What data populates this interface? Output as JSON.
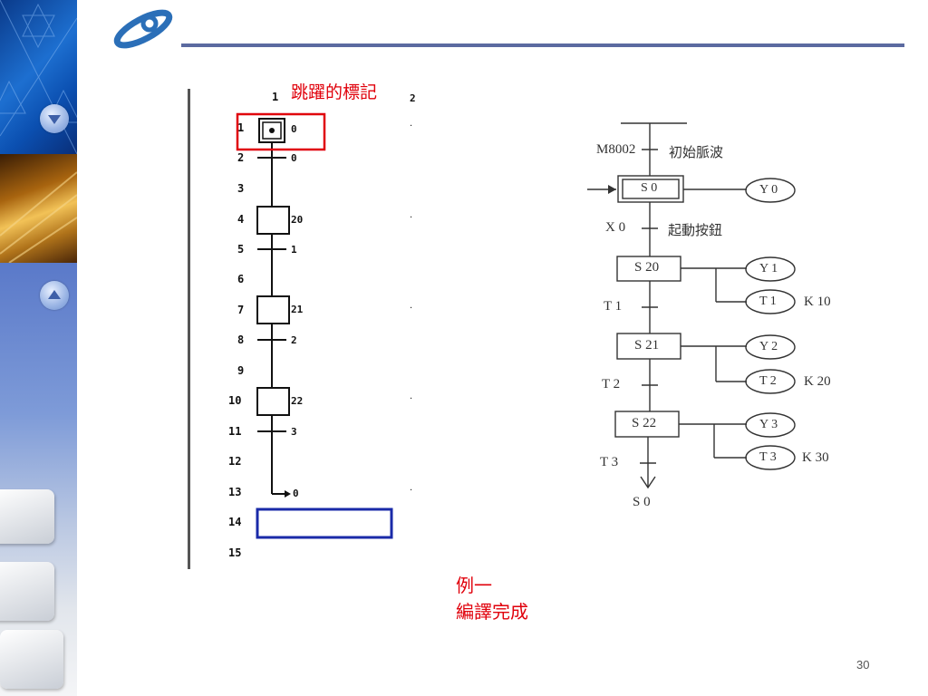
{
  "jump_mark_label": "跳躍的標記",
  "ladder": {
    "header_col1": "1",
    "header_col2": "2",
    "row_numbers": [
      "1",
      "2",
      "3",
      "4",
      "5",
      "6",
      "7",
      "8",
      "9",
      "10",
      "11",
      "12",
      "13",
      "14",
      "15"
    ],
    "step_tags": [
      "0",
      "20",
      "21",
      "22"
    ],
    "transition_tags": [
      "0",
      "1",
      "2",
      "3"
    ],
    "jump_target": "0"
  },
  "sfc": {
    "initial_pulse_device": "M8002",
    "initial_pulse_desc": "初始脈波",
    "initial_step": "S 0",
    "initial_output": "Y 0",
    "start_transition": "X 0",
    "start_transition_desc": "起動按鈕",
    "steps": [
      {
        "step": "S 20",
        "output": "Y 1",
        "timer": "T 1",
        "constant": "K 10",
        "transition": "T 1"
      },
      {
        "step": "S 21",
        "output": "Y 2",
        "timer": "T 2",
        "constant": "K 20",
        "transition": "T 2"
      },
      {
        "step": "S 22",
        "output": "Y 3",
        "timer": "T 3",
        "constant": "K 30",
        "transition": "T 3"
      }
    ],
    "return_step": "S 0"
  },
  "caption_line1": "例一",
  "caption_line2": "編譯完成",
  "page_number": "30",
  "colors": {
    "highlight_red": "#e0000b",
    "highlight_blue": "#1a2aa8",
    "title_rule": "#5b6aa0",
    "logo": "#2b6fb8"
  },
  "icons": [
    "logo-icon",
    "scroll-down-icon",
    "scroll-up-icon"
  ]
}
